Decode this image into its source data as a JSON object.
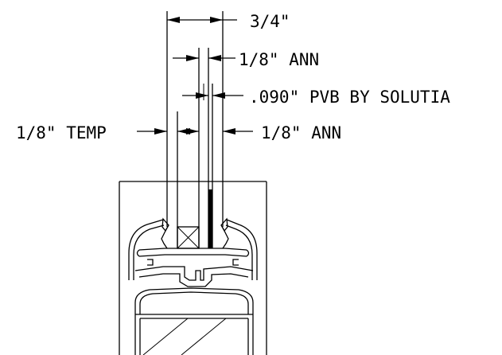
{
  "labels": {
    "overall_thickness": "3/4\"",
    "outer_lite": "1/8\" ANN",
    "interlayer": ".090\" PVB BY SOLUTIA",
    "left_lite": "1/8\" TEMP",
    "inner_lite": "1/8\" ANN"
  },
  "colors": {
    "line": "#000000",
    "background": "#ffffff"
  }
}
